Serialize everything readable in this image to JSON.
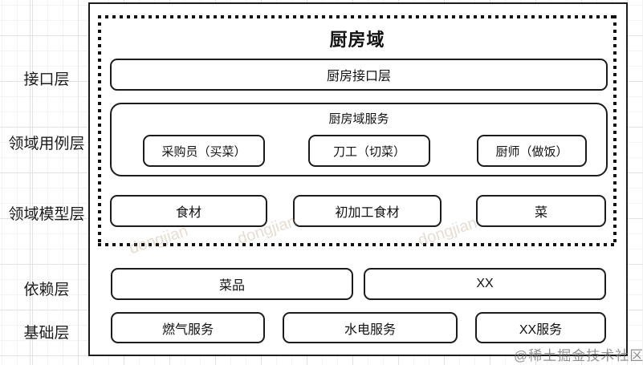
{
  "diagram": {
    "title": "厨房域",
    "side_labels": {
      "interface": "接口层",
      "use_case": "领域用例层",
      "model": "领域模型层",
      "dependency": "依赖层",
      "base": "基础层"
    },
    "interface_layer": {
      "label": "厨房接口层"
    },
    "service_group": {
      "label": "厨房域服务",
      "boxes": [
        "采购员（买菜）",
        "刀工（切菜）",
        "厨师（做饭）"
      ]
    },
    "model_layer": {
      "boxes": [
        "食材",
        "初加工食材",
        "菜"
      ]
    },
    "dependency_layer": {
      "boxes": [
        "菜品",
        "XX"
      ]
    },
    "base_layer": {
      "boxes": [
        "燃气服务",
        "水电服务",
        "XX服务"
      ]
    },
    "watermarks": {
      "corner": "@稀土掘金技术社区",
      "diagonal": "dongjian"
    },
    "colors": {
      "line": "#1c1c1c",
      "grid_minor": "#f3f3f3",
      "grid_major": "#e2e2e2",
      "watermark_gray": "#6e6e6e",
      "watermark_tan": "#af8c69"
    }
  }
}
